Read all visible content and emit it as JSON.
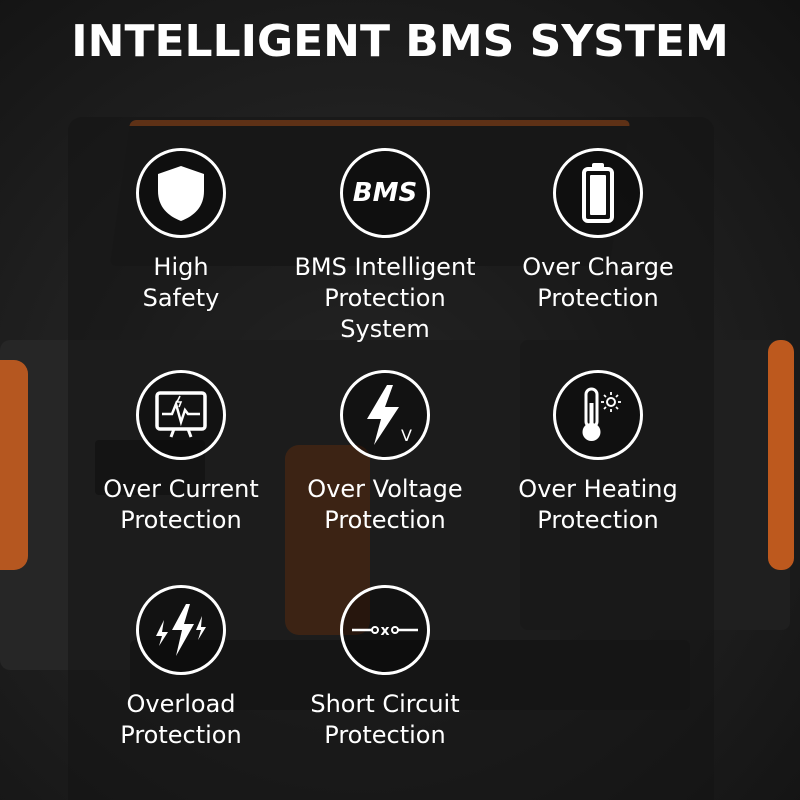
{
  "title": "INTELLIGENT BMS SYSTEM",
  "features": [
    {
      "icon": "shield-icon",
      "line1": "High",
      "line2": "Safety"
    },
    {
      "icon": "bms-icon",
      "badge": "BMS",
      "line1": "BMS Intelligent",
      "line2": "Protection System"
    },
    {
      "icon": "battery-icon",
      "line1": "Over Charge",
      "line2": "Protection"
    },
    {
      "icon": "monitor-current-icon",
      "line1": "Over Current",
      "line2": "Protection"
    },
    {
      "icon": "lightning-voltage-icon",
      "unit": "V",
      "line1": "Over Voltage",
      "line2": "Protection"
    },
    {
      "icon": "thermometer-icon",
      "line1": "Over Heating",
      "line2": "Protection"
    },
    {
      "icon": "overload-lightning-icon",
      "line1": "Overload",
      "line2": "Protection"
    },
    {
      "icon": "short-circuit-icon",
      "symbol": "x",
      "line1": "Short Circuit",
      "line2": "Protection"
    }
  ],
  "colors": {
    "accent": "#d9641f",
    "text": "#ffffff"
  }
}
